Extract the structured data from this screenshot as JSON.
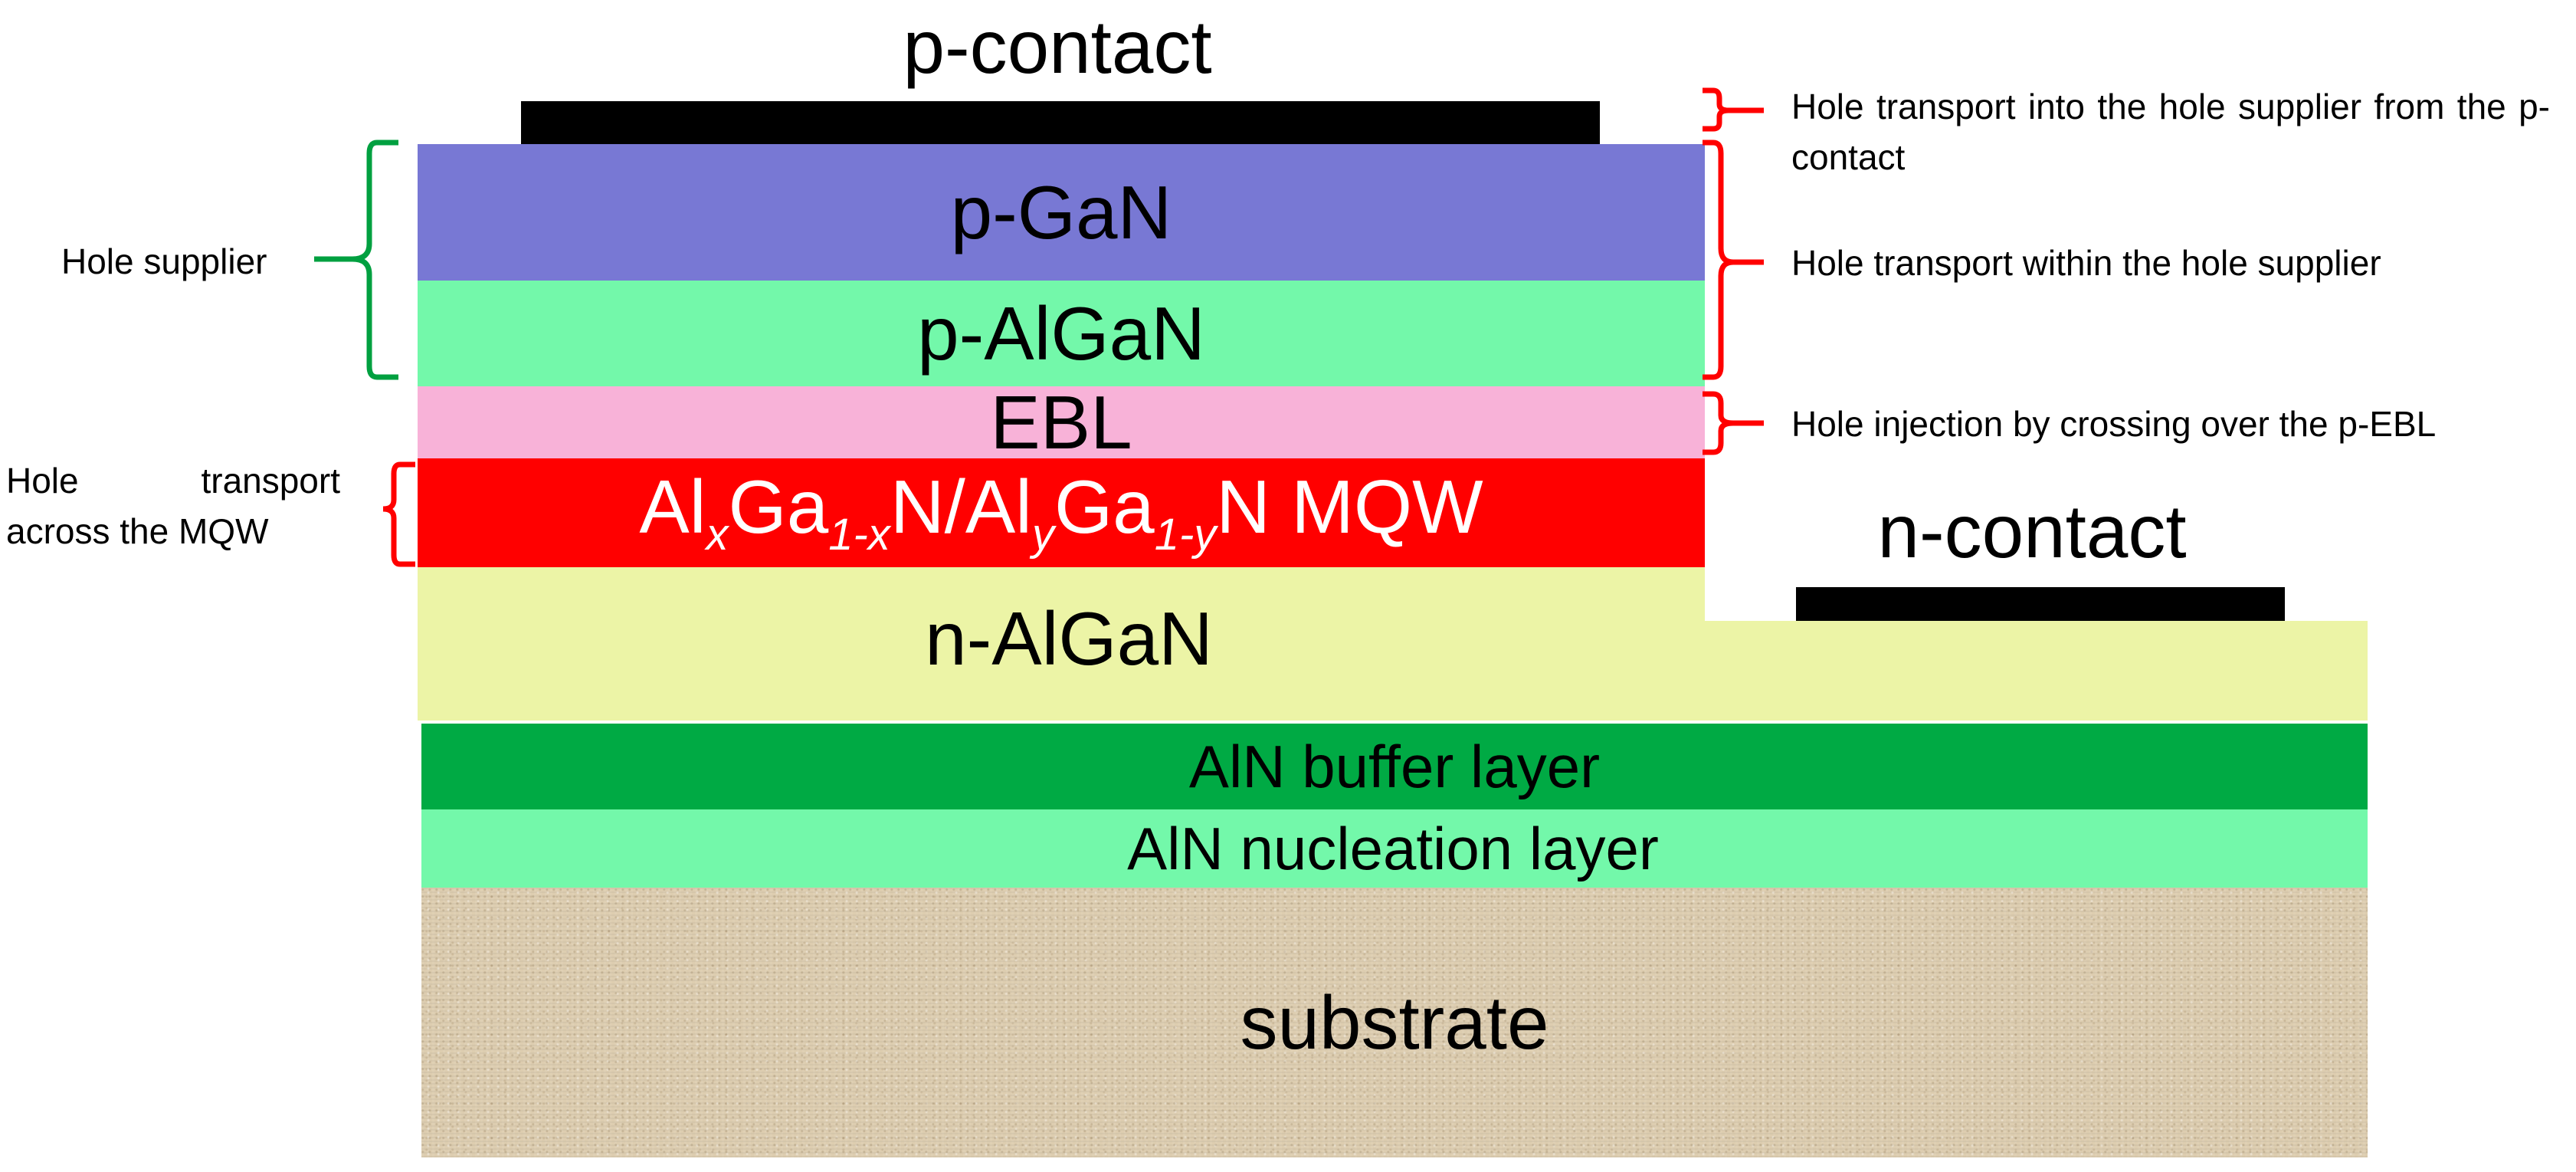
{
  "contacts": {
    "p_contact_label": "p-contact",
    "n_contact_label": "n-contact"
  },
  "layers": {
    "p_gan": "p-GaN",
    "p_algan": "p-AlGaN",
    "ebl": "EBL",
    "mqw": {
      "al1": "Al",
      "x": "x",
      "ga1": "Ga",
      "sub1": "1-x",
      "mid": "N/Al",
      "y": "y",
      "ga2": "Ga",
      "sub2": "1-y",
      "tail": "N MQW"
    },
    "n_algan": "n-AlGaN",
    "aln_buffer": "AlN buffer layer",
    "aln_nucleation": "AlN nucleation layer",
    "substrate": "substrate"
  },
  "annotations": {
    "hole_supplier": "Hole supplier",
    "hole_transport_mqw": "Hole transport across the MQW",
    "hole_transport_into": "Hole transport into the hole supplier from the p-contact",
    "hole_transport_within": "Hole transport within the hole supplier",
    "hole_injection": "Hole injection by crossing over the p-EBL"
  },
  "colors": {
    "p_gan": "#7878d4",
    "p_algan": "#73f8aa",
    "ebl": "#f8b2d8",
    "mqw": "#ff0000",
    "n_algan": "#ecf4a6",
    "aln_buffer": "#00aa44",
    "aln_nucleation": "#73f8aa",
    "substrate": "#ddcdb0",
    "contact": "#000000",
    "bracket_green": "#00a040",
    "bracket_red": "#ff0000"
  }
}
